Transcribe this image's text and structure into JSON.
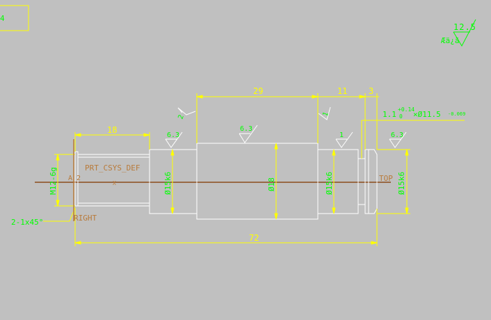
{
  "colors": {
    "background": "#c0c0c0",
    "geometry": "#ffffff",
    "dimension": "#ffff00",
    "annotation": "#00ff00",
    "csys": "#b87a3a",
    "axis": "#8b4a1a"
  },
  "title_box": {
    "text": "4"
  },
  "roughness_top": {
    "value": "12.5",
    "prefix": "Æä¿ä"
  },
  "dimensions": {
    "overall_length": "72",
    "left_step_length": "18",
    "middle_length": "29",
    "right_step_length": "11",
    "groove_width": "3",
    "thread": "M12-6g",
    "dia_left": "Ø15k6",
    "dia_middle": "Ø18",
    "dia_right": "Ø15k6",
    "dia_end": "Ø15k6",
    "groove_note": "1.1",
    "groove_tol_upper": "+0.14",
    "groove_tol_lower": "0",
    "groove_dia": "×Ø11.5",
    "groove_dia_tol": "-0.069",
    "chamfer": "2-1x45°"
  },
  "roughness": {
    "r1": "6.3",
    "r2": "6.3",
    "r3": "1",
    "r4": "6.3",
    "r5": "1",
    "r6": "2"
  },
  "csys": {
    "name": "PRT_CSYS_DEF",
    "label_a": "A_2",
    "label_x": "X",
    "label_right": "RIGHT",
    "label_top": "TOP"
  }
}
